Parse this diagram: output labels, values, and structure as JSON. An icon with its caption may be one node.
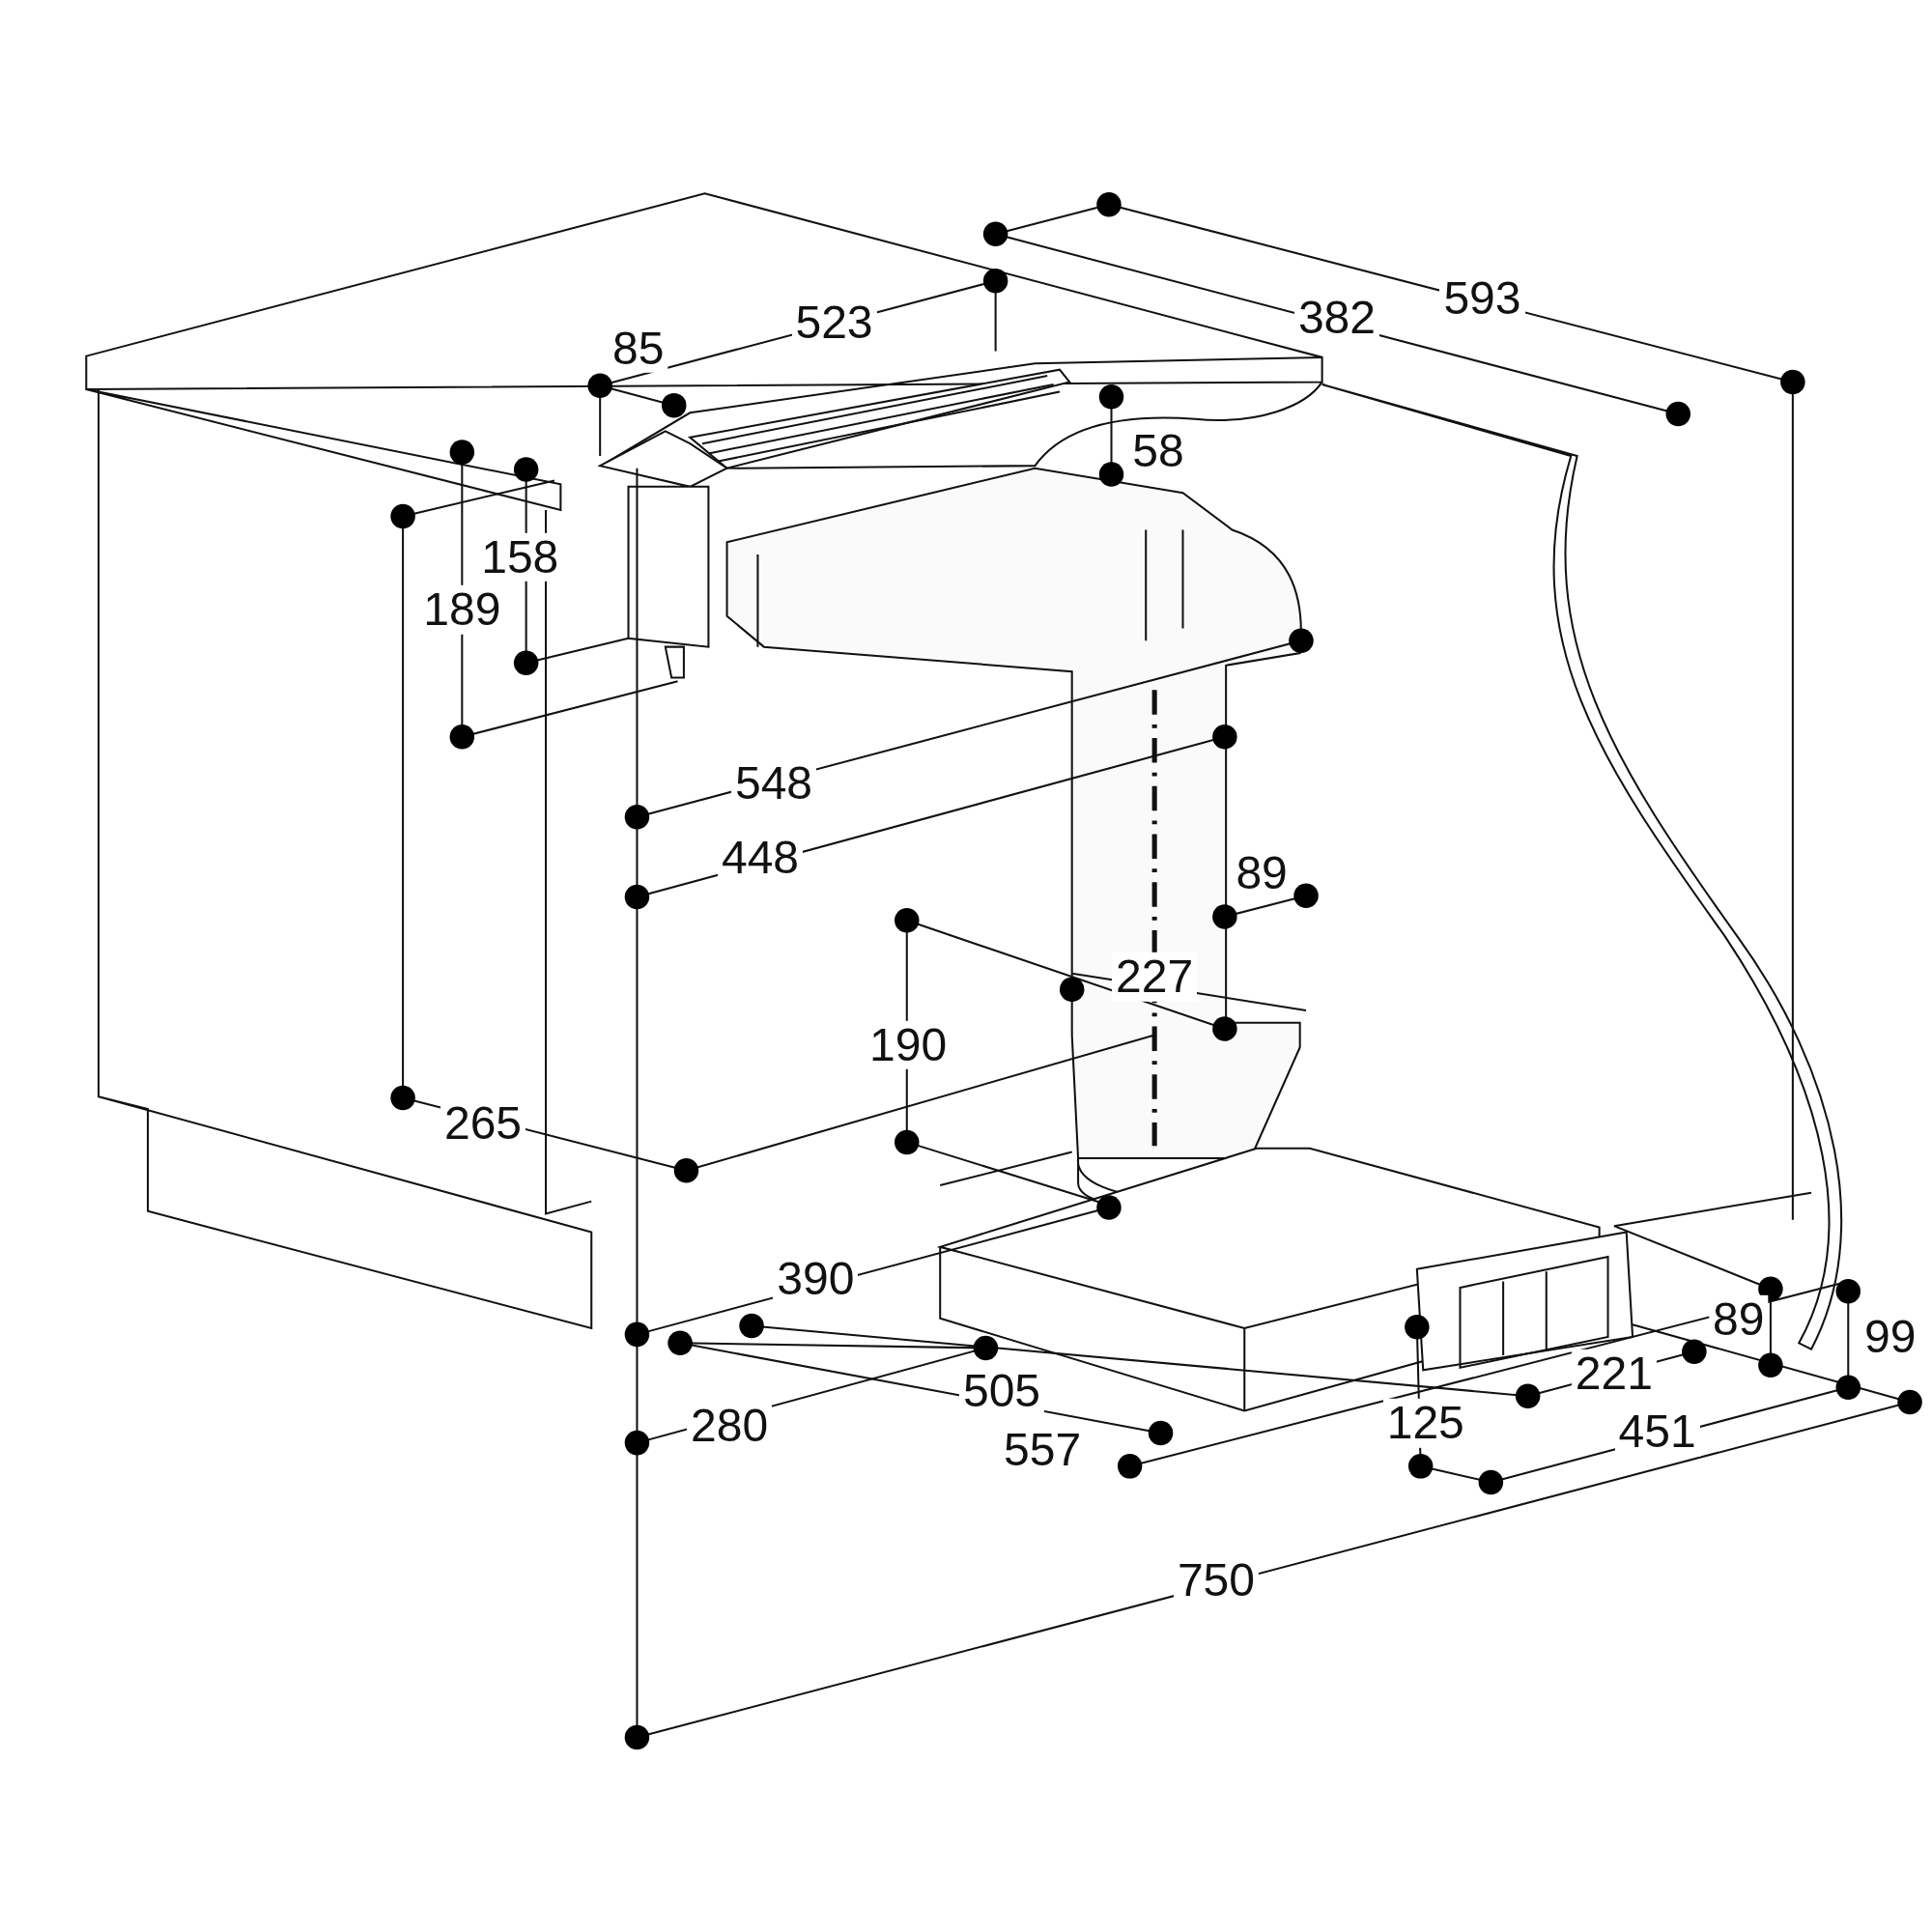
{
  "diagram": {
    "labels": [
      "593",
      "523",
      "382",
      "85",
      "58",
      "158",
      "189",
      "548",
      "448",
      "89",
      "227",
      "190",
      "265",
      "390",
      "89",
      "99",
      "505",
      "221",
      "280",
      "125",
      "451",
      "557",
      "750"
    ]
  }
}
